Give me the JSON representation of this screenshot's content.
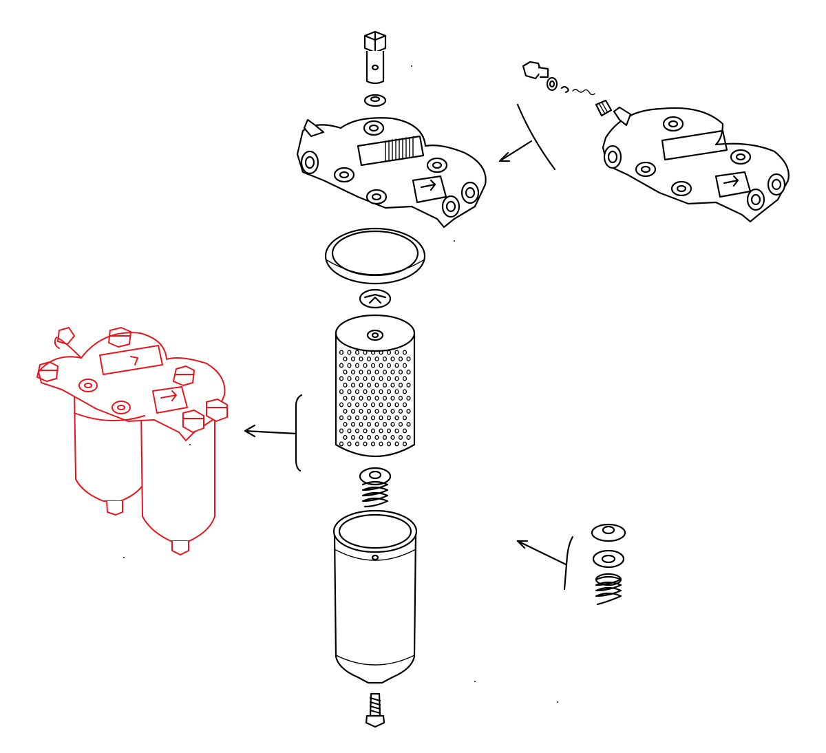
{
  "diagram": {
    "kind": "exploded-parts-view",
    "subject": "fuel-filter-assembly",
    "highlight_color": "#e8141b",
    "line_color": "#000000",
    "background": "#ffffff",
    "parts": [
      {
        "id": "banjo-bolt",
        "name": "banjo-bolt"
      },
      {
        "id": "bolt-washer",
        "name": "sealing-washer"
      },
      {
        "id": "filter-head",
        "name": "filter-head"
      },
      {
        "id": "filter-head-variant",
        "name": "filter-head-with-relief-valve"
      },
      {
        "id": "relief-valve-kit",
        "name": "relief-valve-parts"
      },
      {
        "id": "o-ring",
        "name": "sealing-ring"
      },
      {
        "id": "center-seal",
        "name": "center-seal-washer"
      },
      {
        "id": "filter-element",
        "name": "filter-element"
      },
      {
        "id": "spring-seat",
        "name": "spring-with-seat"
      },
      {
        "id": "bowl",
        "name": "filter-bowl"
      },
      {
        "id": "drain-plug",
        "name": "drain-plug"
      },
      {
        "id": "spring-kit",
        "name": "spring-kit"
      },
      {
        "id": "twin-assembly",
        "name": "twin-filter-assembly",
        "highlighted": true
      }
    ]
  }
}
